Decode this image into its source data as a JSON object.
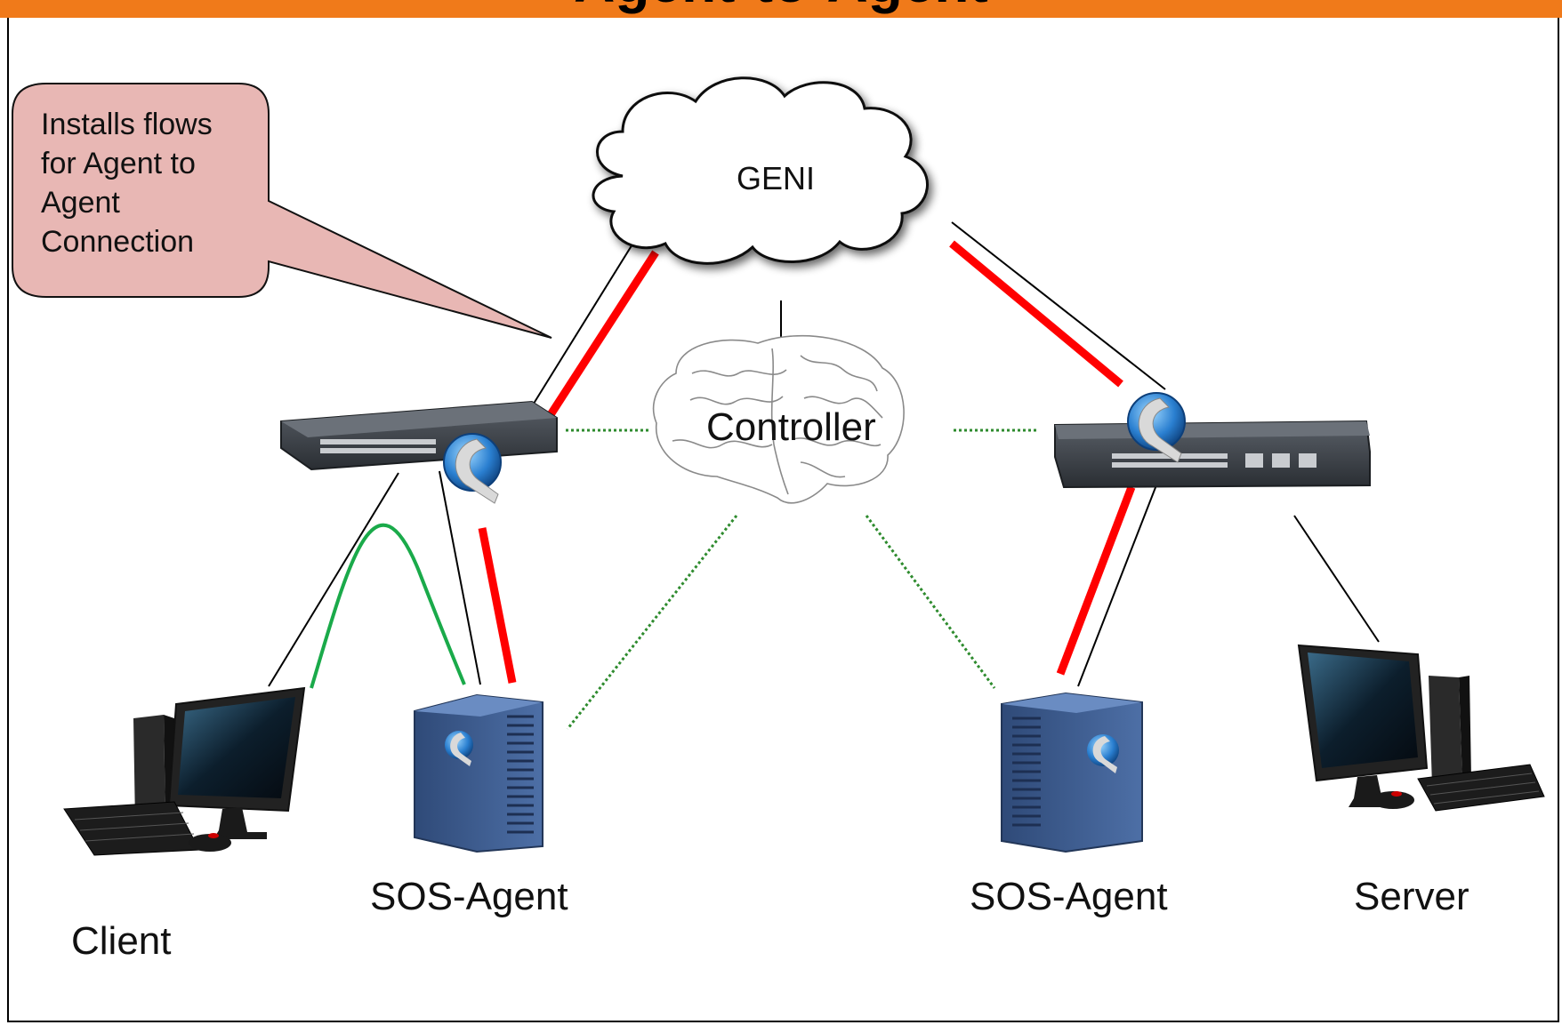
{
  "header": {
    "title": "Agent-to-Agent",
    "bar_color": "#f07a1a"
  },
  "callout": {
    "text": "Installs flows for Agent to Agent Connection",
    "fill": "#e8b7b4"
  },
  "nodes": {
    "cloud": "GENI",
    "controller": "Controller",
    "left_agent": "SOS-Agent",
    "right_agent": "SOS-Agent",
    "client": "Client",
    "server": "Server"
  },
  "colors": {
    "flow_line": "#ff0000",
    "control_line": "#2e8b2e",
    "client_agent_line": "#1aaa4a",
    "link_line": "#000000",
    "server_box": "#3c5c8c"
  },
  "icons": [
    "cloud-icon",
    "brain-icon",
    "network-switch-icon",
    "openflow-logo-icon",
    "server-tower-icon",
    "desktop-computer-icon"
  ]
}
